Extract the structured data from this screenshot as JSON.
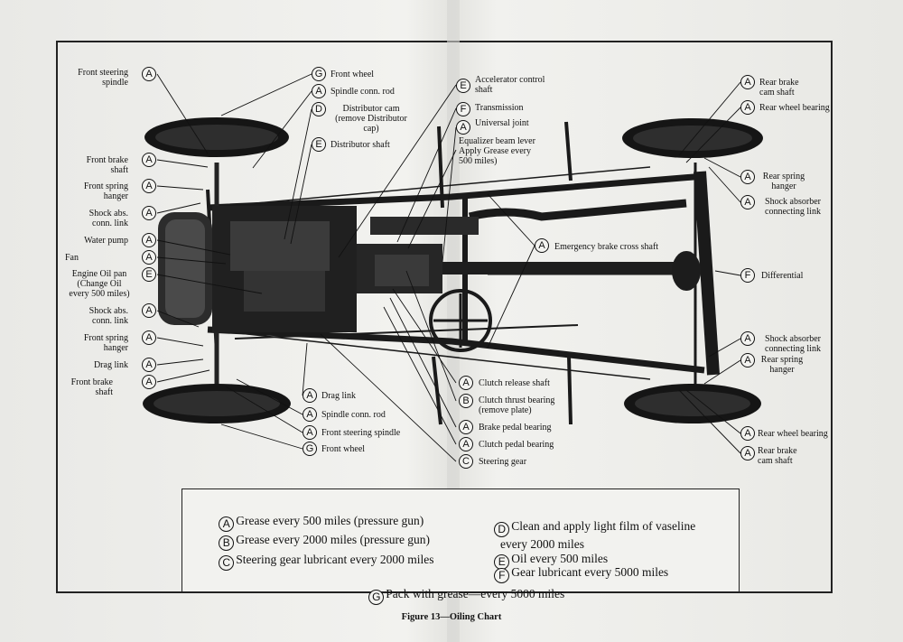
{
  "caption": "Figure 13—Oiling Chart",
  "labels": {
    "front_steering_spindle_tl": "Front steering\nspindle",
    "front_brake_shaft_l": "Front brake\nshaft",
    "front_spring_hanger_l": "Front spring\nhanger",
    "shock_abs_conn_link_l": "Shock abs.\nconn. link",
    "water_pump": "Water pump",
    "fan": "Fan",
    "engine_oil_pan": "Engine Oil pan\n(Change Oil\nevery 500 miles)",
    "shock_abs_conn_link_l2": "Shock abs.\nconn. link",
    "front_spring_hanger_l2": "Front spring\nhanger",
    "drag_link_l": "Drag link",
    "front_brake_shaft_l2": "Front brake\nshaft",
    "front_wheel_top": "Front wheel",
    "spindle_conn_rod_top": "Spindle conn. rod",
    "distributor_cam": "Distributor cam\n(remove Distributor\ncap)",
    "distributor_shaft": "Distributor shaft",
    "accelerator_control_shaft": "Accelerator control\nshaft",
    "transmission": "Transmission",
    "universal_joint": "Universal joint",
    "equalizer_beam_lever": "Equalizer beam lever\nApply Grease every\n500 miles)",
    "emergency_brake_cross_shaft": "Emergency brake cross shaft",
    "clutch_release_shaft": "Clutch release shaft",
    "clutch_thrust_bearing": "Clutch thrust bearing\n(remove plate)",
    "brake_pedal_bearing": "Brake pedal bearing",
    "clutch_pedal_bearing": "Clutch pedal bearing",
    "steering_gear": "Steering gear",
    "drag_link_b": "Drag link",
    "spindle_conn_rod_b": "Spindle conn. rod",
    "front_steering_spindle_b": "Front steering spindle",
    "front_wheel_b": "Front wheel",
    "rear_brake_cam_shaft_tr": "Rear brake\ncam shaft",
    "rear_wheel_bearing_tr": "Rear wheel bearing",
    "rear_spring_hanger_tr": "Rear spring\nhanger",
    "shock_absorber_connecting_link_tr": "Shock absorber\nconnecting link",
    "differential": "Differential",
    "shock_absorber_connecting_link_br": "Shock absorber\nconnecting link",
    "rear_spring_hanger_br": "Rear spring\nhanger",
    "rear_wheel_bearing_br": "Rear wheel bearing",
    "rear_brake_cam_shaft_br": "Rear brake\ncam shaft"
  },
  "badges": {
    "front_steering_spindle_tl": "A",
    "front_brake_shaft_l": "A",
    "front_spring_hanger_l": "A",
    "shock_abs_conn_link_l": "A",
    "water_pump": "A",
    "fan": "A",
    "engine_oil_pan": "E",
    "shock_abs_conn_link_l2": "A",
    "front_spring_hanger_l2": "A",
    "drag_link_l": "A",
    "front_brake_shaft_l2": "A",
    "front_wheel_top": "G",
    "spindle_conn_rod_top": "A",
    "distributor_cam": "D",
    "distributor_shaft": "E",
    "accelerator_control_shaft": "E",
    "transmission": "F",
    "universal_joint": "A",
    "emergency_brake_cross_shaft": "A",
    "clutch_release_shaft": "A",
    "clutch_thrust_bearing": "B",
    "brake_pedal_bearing": "A",
    "clutch_pedal_bearing": "A",
    "steering_gear": "C",
    "drag_link_b": "A",
    "spindle_conn_rod_b": "A",
    "front_steering_spindle_b": "A",
    "front_wheel_b": "G",
    "rear_brake_cam_shaft_tr": "A",
    "rear_wheel_bearing_tr": "A",
    "rear_spring_hanger_tr": "A",
    "shock_absorber_connecting_link_tr": "A",
    "differential": "F",
    "shock_absorber_connecting_link_br": "A",
    "rear_spring_hanger_br": "A",
    "rear_wheel_bearing_br": "A",
    "rear_brake_cam_shaft_br": "A"
  },
  "legend": {
    "a": {
      "key": "A",
      "text": "Grease every 500 miles (pressure gun)"
    },
    "b": {
      "key": "B",
      "text": "Grease every 2000 miles (pressure gun)"
    },
    "c": {
      "key": "C",
      "text": "Steering gear lubricant every 2000 miles"
    },
    "d": {
      "key": "D",
      "text": "Clean and apply light film of vaseline\n        every 2000 miles"
    },
    "e": {
      "key": "E",
      "text": "Oil every 500 miles"
    },
    "f": {
      "key": "F",
      "text": "Gear lubricant every 5000 miles"
    },
    "g": {
      "key": "G",
      "text": "Pack with grease—every 5000 miles"
    }
  }
}
